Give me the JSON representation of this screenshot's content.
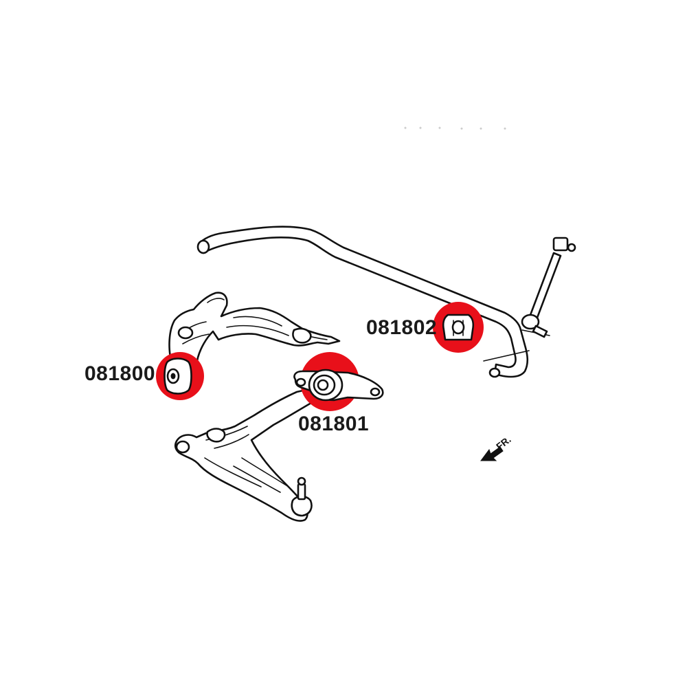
{
  "labels": {
    "upper_arm_part": "081800",
    "lower_arm_part": "081801",
    "stabilizer_part": "081802"
  },
  "direction_marker": "FR.",
  "colors": {
    "highlight": "#e8101a",
    "line": "#111111",
    "background": "#ffffff"
  }
}
